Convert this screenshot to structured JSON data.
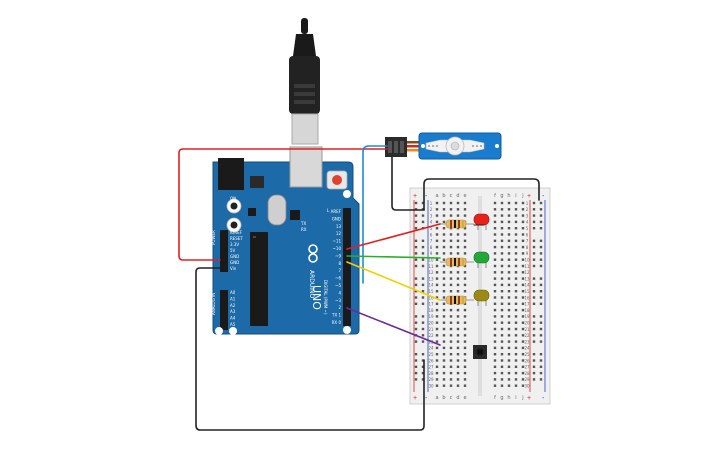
{
  "arduino": {
    "logo_text": "UNO",
    "brand_text": "ARDUINO",
    "digital_label": "DIGITAL (PWM ~)",
    "power_label": "POWER",
    "analog_label": "ANALOG IN",
    "on_label": "ON",
    "tx_label": "TX",
    "rx_label": "RX",
    "l_label": "L",
    "top_pins": [
      "AREF",
      "GND",
      "13",
      "12",
      "~11",
      "~10",
      "~9",
      "8",
      "7",
      "~6",
      "~5",
      "4",
      "~3",
      "2",
      "TX 1",
      "RX 0"
    ],
    "power_pins": [
      "IOREF",
      "RESET",
      "3.3V",
      "5V",
      "GND",
      "GND",
      "Vin"
    ],
    "analog_pins": [
      "A0",
      "A1",
      "A2",
      "A3",
      "A4",
      "A5"
    ]
  },
  "breadboard": {
    "columns_left": [
      "a",
      "b",
      "c",
      "d",
      "e"
    ],
    "columns_right": [
      "f",
      "g",
      "h",
      "i",
      "j"
    ],
    "row_count": 30,
    "rail_plus": "+",
    "rail_minus": "-"
  },
  "components": {
    "led_colors": {
      "red": "#e8221b",
      "green": "#21a838",
      "yellow": "#9c8a14"
    },
    "servo_color": "#1a7ccc",
    "board_color": "#1d6aa8"
  },
  "wire_colors": {
    "red": "#e02020",
    "black": "#222222",
    "green": "#28b028",
    "yellow": "#f0d000",
    "purple": "#6a2a9a",
    "blue": "#1e8ad8"
  }
}
